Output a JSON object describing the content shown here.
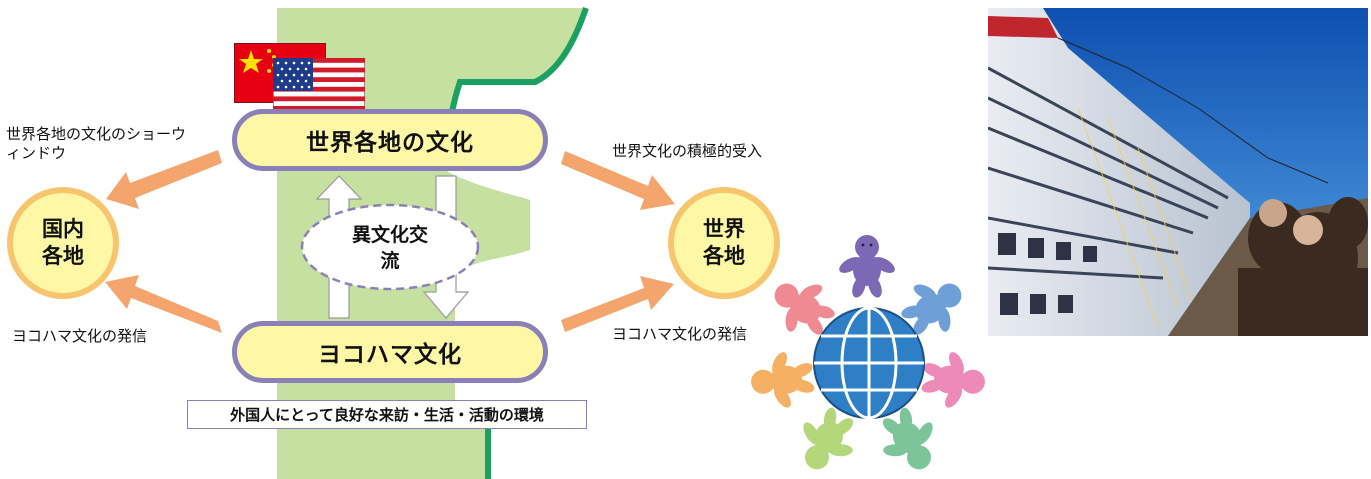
{
  "diagram": {
    "top_node": "世界各地の文化",
    "bottom_node": "ヨコハマ文化",
    "left_circle": "国内各地",
    "right_circle": "世界各地",
    "exchange": "異文化交　流",
    "env_box": "外国人にとって良好な来訪・生活・活動の環境",
    "label_top_left": "世界各地の文化のショーウィンドウ",
    "label_top_right": "世界文化の積極的受入",
    "label_bottom_left": "ヨコハマ文化の発信",
    "label_bottom_right": "ヨコハマ文化の発信"
  },
  "colors": {
    "map_land": "#c6e0a1",
    "coast_line": "#1aa05f",
    "pill_fill": "#fdf7a6",
    "pill_border": "#8a80b8",
    "circle_border": "#f8c56f",
    "arrow": "#f4a46d",
    "globe": "#2f7fc7"
  },
  "icons": [
    "china-flag-icon",
    "usa-flag-icon",
    "globe-icon",
    "people-ring-icon"
  ]
}
